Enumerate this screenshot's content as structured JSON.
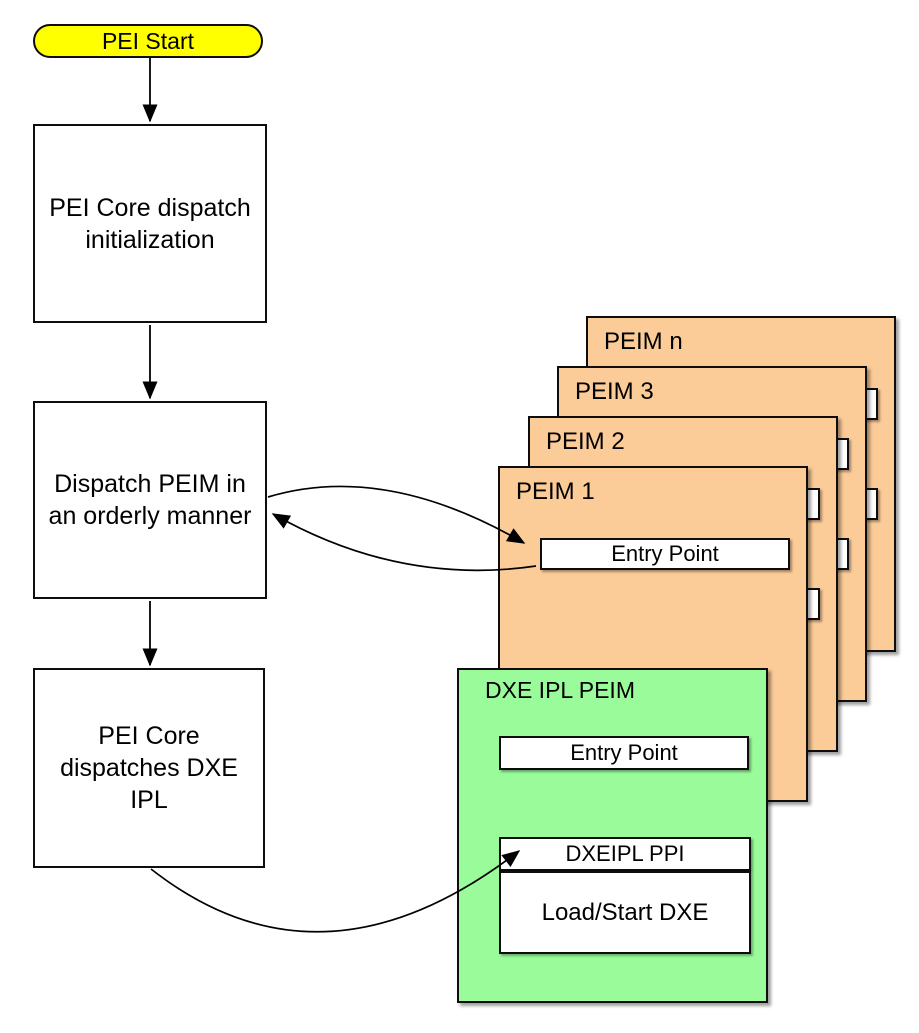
{
  "colors": {
    "peim_card_fill": "#FBCB98",
    "dxe_card_fill": "#99FB99",
    "start_pill_fill": "#FFFF00",
    "outline": "#000000"
  },
  "flow": {
    "start_label": "PEI Start",
    "step1_label": "PEI Core dispatch\ninitialization",
    "step2_label": "Dispatch PEIM in\nan orderly manner",
    "step3_label": "PEI Core\ndispatches DXE\nIPL"
  },
  "peim_stack": {
    "cards": [
      {
        "label": "PEIM n"
      },
      {
        "label": "PEIM 3"
      },
      {
        "label": "PEIM 2"
      },
      {
        "label": "PEIM 1",
        "entry_point_label": "Entry Point"
      }
    ]
  },
  "dxe_ipl_peim": {
    "label": "DXE IPL PEIM",
    "entry_point_label": "Entry Point",
    "ppi_label": "DXEIPL PPI",
    "load_label": "Load/Start DXE"
  },
  "arrows": [
    {
      "from": "pei-start",
      "to": "pei-core-dispatch-initialization"
    },
    {
      "from": "pei-core-dispatch-initialization",
      "to": "dispatch-peim"
    },
    {
      "from": "dispatch-peim",
      "to": "pei-core-dispatches-dxe-ipl"
    },
    {
      "from": "dispatch-peim",
      "to": "peim-1-entry-point"
    },
    {
      "from": "peim-1-entry-point",
      "to": "dispatch-peim"
    },
    {
      "from": "pei-core-dispatches-dxe-ipl",
      "to": "dxeipl-ppi"
    }
  ]
}
